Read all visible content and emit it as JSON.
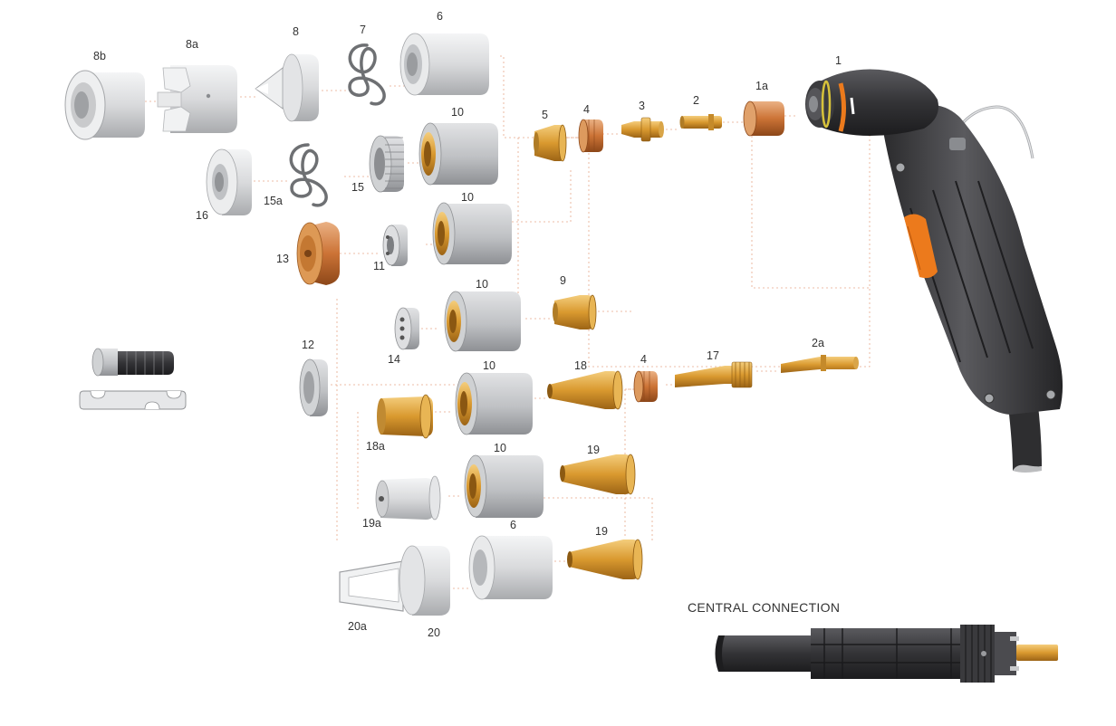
{
  "labels": {
    "p1": "1",
    "p1a": "1a",
    "p2": "2",
    "p2a": "2a",
    "p3": "3",
    "p4a": "4",
    "p4b": "4",
    "p5": "5",
    "p6a": "6",
    "p6b": "6",
    "p7": "7",
    "p8": "8",
    "p8a": "8a",
    "p8b": "8b",
    "p9": "9",
    "p10a": "10",
    "p10b": "10",
    "p10c": "10",
    "p10d": "10",
    "p10e": "10",
    "p11": "11",
    "p12": "12",
    "p13": "13",
    "p14": "14",
    "p15": "15",
    "p15a": "15a",
    "p16": "16",
    "p17": "17",
    "p18": "18",
    "p18a": "18a",
    "p19a": "19",
    "p19b": "19",
    "p19c": "19a",
    "p20": "20",
    "p20a": "20a"
  },
  "central_connection": "CENTRAL CONNECTION",
  "colors": {
    "brass": "#d79a3c",
    "copper": "#cf7b3e",
    "ceramic": "#d8d9db",
    "torch_body": "#3a3a3c",
    "accent_orange": "#ec7a1c",
    "leader": "#e7a88a"
  }
}
